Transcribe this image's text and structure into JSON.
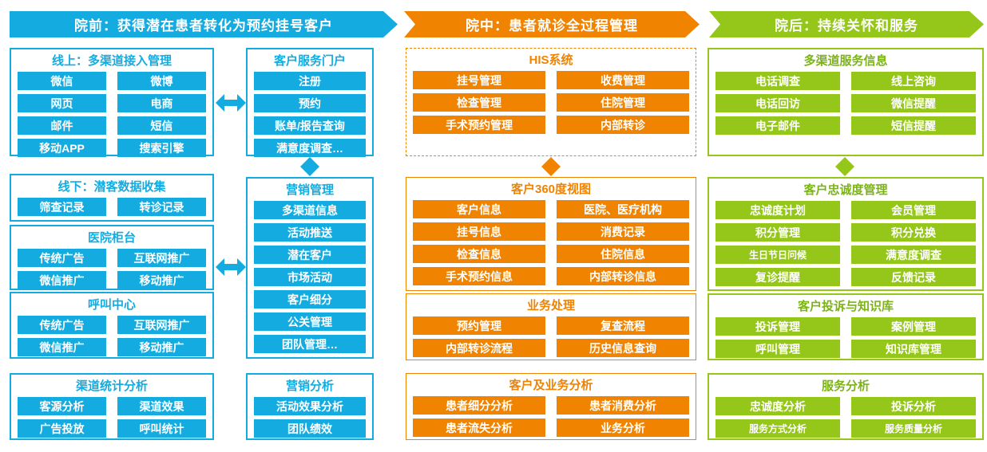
{
  "colors": {
    "blue": "#14ACE0",
    "orange": "#F08300",
    "green": "#95C61A"
  },
  "icons": {
    "horizontal_connector": "double-headed-horizontal-arrow",
    "vertical_connector": "double-headed-vertical-arrow"
  },
  "banners": [
    {
      "id": "pre",
      "label": "院前：获得潜在患者转化为预约挂号客户"
    },
    {
      "id": "mid",
      "label": "院中：患者就诊全过程管理"
    },
    {
      "id": "post",
      "label": "院后：持续关怀和服务"
    }
  ],
  "sections": {
    "pre_online": {
      "title": "线上：多渠道接入管理",
      "items": [
        "微信",
        "微博",
        "网页",
        "电商",
        "邮件",
        "短信",
        "移动APP",
        "搜索引擎"
      ]
    },
    "pre_offline": {
      "title": "线下：潜客数据收集",
      "items": [
        "筛查记录",
        "转诊记录"
      ]
    },
    "pre_counter": {
      "title": "医院柜台",
      "items": [
        "传统广告",
        "互联网推广",
        "微信推广",
        "移动推广"
      ]
    },
    "pre_call": {
      "title": "呼叫中心",
      "items": [
        "传统广告",
        "互联网推广",
        "微信推广",
        "移动推广"
      ]
    },
    "pre_channel_stats": {
      "title": "渠道统计分析",
      "items": [
        "客源分析",
        "渠道效果",
        "广告投放",
        "呼叫统计"
      ]
    },
    "portal": {
      "title": "客户服务门户",
      "items": [
        "注册",
        "预约",
        "账单/报告查询",
        "满意度调查…"
      ]
    },
    "marketing_mgmt": {
      "title": "营销管理",
      "items": [
        "多渠道信息",
        "活动推送",
        "潜在客户",
        "市场活动",
        "客户细分",
        "公关管理",
        "团队管理…"
      ]
    },
    "marketing_analysis": {
      "title": "营销分析",
      "items": [
        "活动效果分析",
        "团队绩效"
      ]
    },
    "his": {
      "title": "HIS系统",
      "items": [
        "挂号管理",
        "收费管理",
        "检查管理",
        "住院管理",
        "手术预约管理",
        "内部转诊"
      ]
    },
    "view360": {
      "title": "客户360度视图",
      "items": [
        "客户信息",
        "医院、医疗机构",
        "挂号信息",
        "消费记录",
        "检查信息",
        "住院信息",
        "手术预约信息",
        "内部转诊信息"
      ]
    },
    "biz_process": {
      "title": "业务处理",
      "items": [
        "预约管理",
        "复查流程",
        "内部转诊流程",
        "历史信息查询"
      ]
    },
    "cust_biz_analysis": {
      "title": "客户及业务分析",
      "items": [
        "患者细分分析",
        "患者消费分析",
        "患者流失分析",
        "业务分析"
      ]
    },
    "service_channels": {
      "title": "多渠道服务信息",
      "items": [
        "电话调查",
        "线上咨询",
        "电话回访",
        "微信提醒",
        "电子邮件",
        "短信提醒"
      ]
    },
    "loyalty": {
      "title": "客户忠诚度管理",
      "items": [
        "忠诚度计划",
        "会员管理",
        "积分管理",
        "积分兑换",
        "生日节日问候",
        "满意度调查",
        "复诊提醒",
        "反馈记录"
      ]
    },
    "complaints_kb": {
      "title": "客户投诉与知识库",
      "items": [
        "投诉管理",
        "案例管理",
        "呼叫管理",
        "知识库管理"
      ]
    },
    "service_analysis": {
      "title": "服务分析",
      "items": [
        "忠诚度分析",
        "投诉分析",
        "服务方式分析",
        "服务质量分析"
      ]
    }
  }
}
